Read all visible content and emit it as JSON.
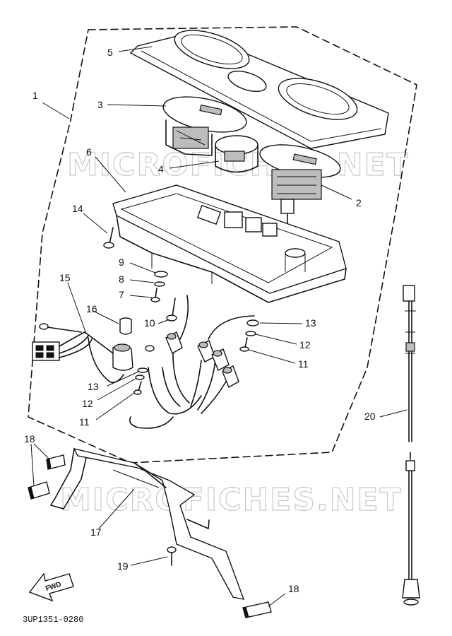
{
  "diagram": {
    "watermark_text": "MICROFICHES.NET",
    "drawing_code": "3UP1351-0280",
    "fwd_label": "FWD",
    "callouts": {
      "c1": "1",
      "c2": "2",
      "c3": "3",
      "c4": "4",
      "c5": "5",
      "c6": "6",
      "c7": "7",
      "c8": "8",
      "c9": "9",
      "c10": "10",
      "c11a": "11",
      "c11b": "11",
      "c12a": "12",
      "c12b": "12",
      "c13a": "13",
      "c13b": "13",
      "c14": "14",
      "c15": "15",
      "c16": "16",
      "c17": "17",
      "c18a": "18",
      "c18b": "18",
      "c19": "19",
      "c20": "20"
    }
  }
}
